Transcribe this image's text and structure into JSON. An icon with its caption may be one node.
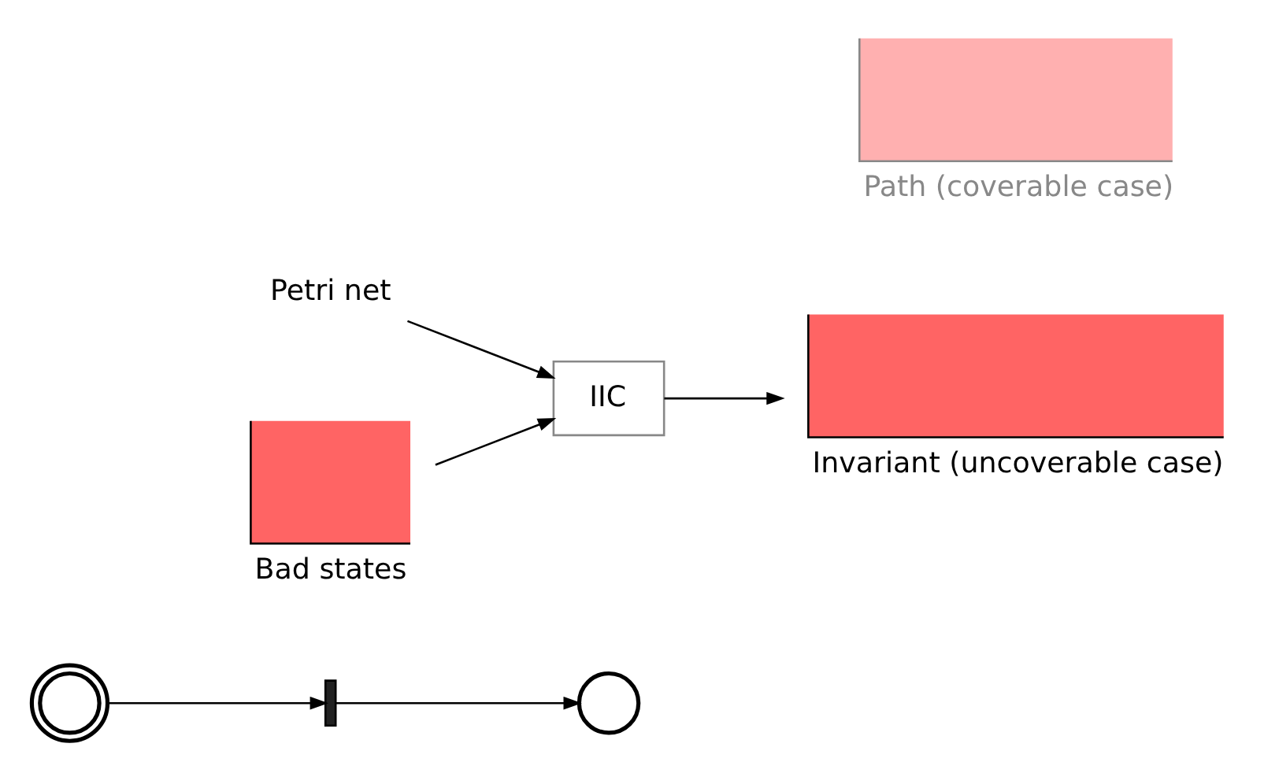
{
  "diagram": {
    "nodes": [
      {
        "text": [],
        "shape": "circle"
      },
      {
        "text": [],
        "shape": "bar"
      },
      {
        "text": [],
        "shape": "circle"
      },
      {
        "text": [
          "Petri net"
        ]
      },
      {
        "text": [
          "Bad states"
        ]
      },
      {
        "text": [
          "IIC"
        ]
      },
      {
        "text": [
          "Invariant (uncoverable case)"
        ]
      },
      {
        "text": [
          "Path (coverable case)"
        ]
      }
    ],
    "edges": [
      {
        "from": 0,
        "to": 1,
        "arrow": "to"
      },
      {
        "from": 1,
        "to": 2,
        "arrow": "to"
      },
      {
        "from": 3,
        "to": 5,
        "arrow": "to"
      },
      {
        "from": 4,
        "to": 5,
        "arrow": "to"
      },
      {
        "from": 5,
        "to": 6,
        "arrow": "to"
      }
    ]
  }
}
